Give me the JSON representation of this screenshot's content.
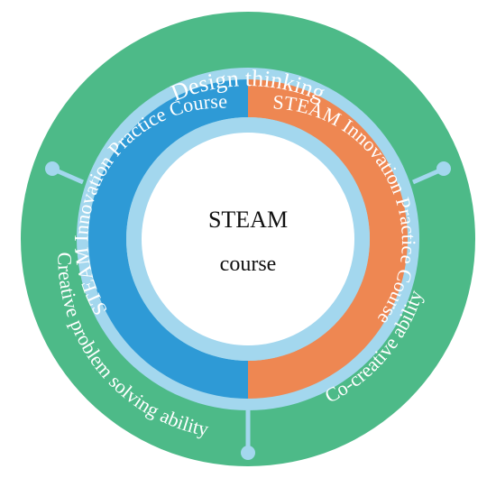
{
  "diagram": {
    "center": {
      "line1": "STEAM",
      "line2": "course"
    },
    "inner_ring": {
      "left_label": "STEAM Innovation Practice Course",
      "right_label": "STEAM Innovation Practice Course",
      "left_color": "#2e9ad6",
      "right_color": "#ee8752"
    },
    "outer_ring": {
      "color": "#4dba88",
      "labels": {
        "top": "Design thinking",
        "right": "Co-creative ability",
        "left": "Creative problem solving ability"
      }
    },
    "separator_color": "#a3d7ee"
  }
}
